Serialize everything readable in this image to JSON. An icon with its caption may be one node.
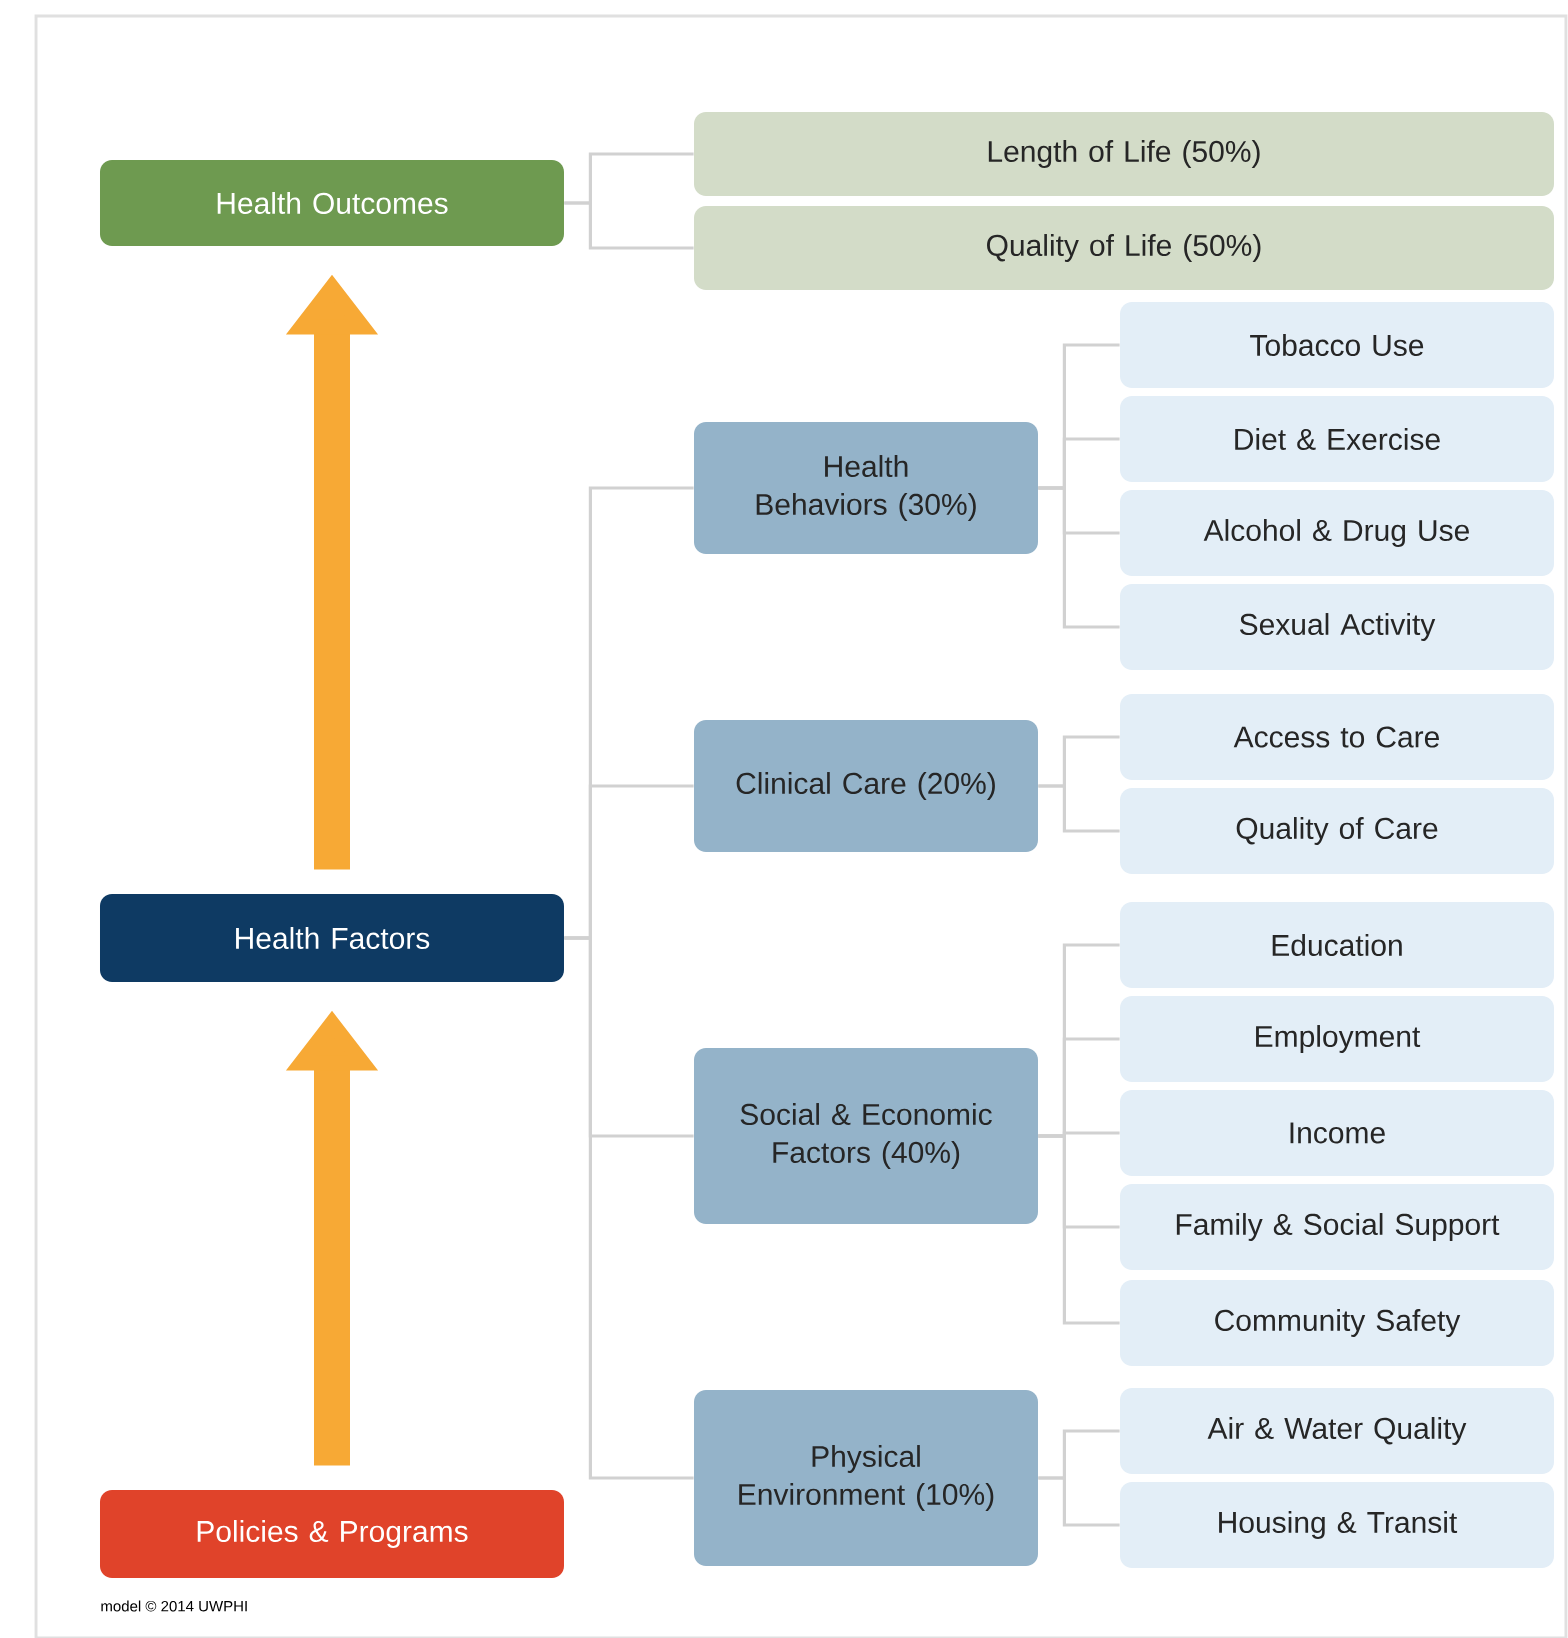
{
  "diagram": {
    "caption": "model © 2014 UWPHI",
    "nodes": [
      {
        "text": [
          "Health Outcomes"
        ]
      },
      {
        "text": [
          "Length of Life (50%)"
        ]
      },
      {
        "text": [
          "Quality of Life (50%)"
        ]
      },
      {
        "text": [
          "Health Factors"
        ]
      },
      {
        "text": [
          "Health Behaviors (30%)"
        ]
      },
      {
        "text": [
          "Tobacco Use"
        ]
      },
      {
        "text": [
          "Diet & Exercise"
        ]
      },
      {
        "text": [
          "Alcohol & Drug Use"
        ]
      },
      {
        "text": [
          "Sexual Activity"
        ]
      },
      {
        "text": [
          "Clinical Care (20%)"
        ]
      },
      {
        "text": [
          "Access to Care"
        ]
      },
      {
        "text": [
          "Quality of Care"
        ]
      },
      {
        "text": [
          "Social & Economic Factors (40%)"
        ]
      },
      {
        "text": [
          "Education"
        ]
      },
      {
        "text": [
          "Employment"
        ]
      },
      {
        "text": [
          "Income"
        ]
      },
      {
        "text": [
          "Family & Social Support"
        ]
      },
      {
        "text": [
          "Community Safety"
        ]
      },
      {
        "text": [
          "Physical Environment (10%)"
        ]
      },
      {
        "text": [
          "Air & Water Quality"
        ]
      },
      {
        "text": [
          "Housing & Transit"
        ]
      },
      {
        "text": [
          "Policies & Programs"
        ]
      }
    ],
    "edges": [
      {
        "from": 0,
        "to": 1,
        "arrow": "none"
      },
      {
        "from": 0,
        "to": 2,
        "arrow": "none"
      },
      {
        "from": 3,
        "to": 4,
        "arrow": "none"
      },
      {
        "from": 3,
        "to": 9,
        "arrow": "none"
      },
      {
        "from": 3,
        "to": 12,
        "arrow": "none"
      },
      {
        "from": 3,
        "to": 18,
        "arrow": "none"
      },
      {
        "from": 4,
        "to": 5,
        "arrow": "none"
      },
      {
        "from": 4,
        "to": 6,
        "arrow": "none"
      },
      {
        "from": 4,
        "to": 7,
        "arrow": "none"
      },
      {
        "from": 4,
        "to": 8,
        "arrow": "none"
      },
      {
        "from": 9,
        "to": 10,
        "arrow": "none"
      },
      {
        "from": 9,
        "to": 11,
        "arrow": "none"
      },
      {
        "from": 12,
        "to": 13,
        "arrow": "none"
      },
      {
        "from": 12,
        "to": 14,
        "arrow": "none"
      },
      {
        "from": 12,
        "to": 15,
        "arrow": "none"
      },
      {
        "from": 12,
        "to": 16,
        "arrow": "none"
      },
      {
        "from": 12,
        "to": 17,
        "arrow": "none"
      },
      {
        "from": 18,
        "to": 19,
        "arrow": "none"
      },
      {
        "from": 18,
        "to": 20,
        "arrow": "none"
      },
      {
        "from": 21,
        "to": 3,
        "arrow": "to",
        "style": "thick",
        "color": "#f7a935"
      },
      {
        "from": 3,
        "to": 0,
        "arrow": "to",
        "style": "thick",
        "color": "#f7a935"
      }
    ]
  }
}
